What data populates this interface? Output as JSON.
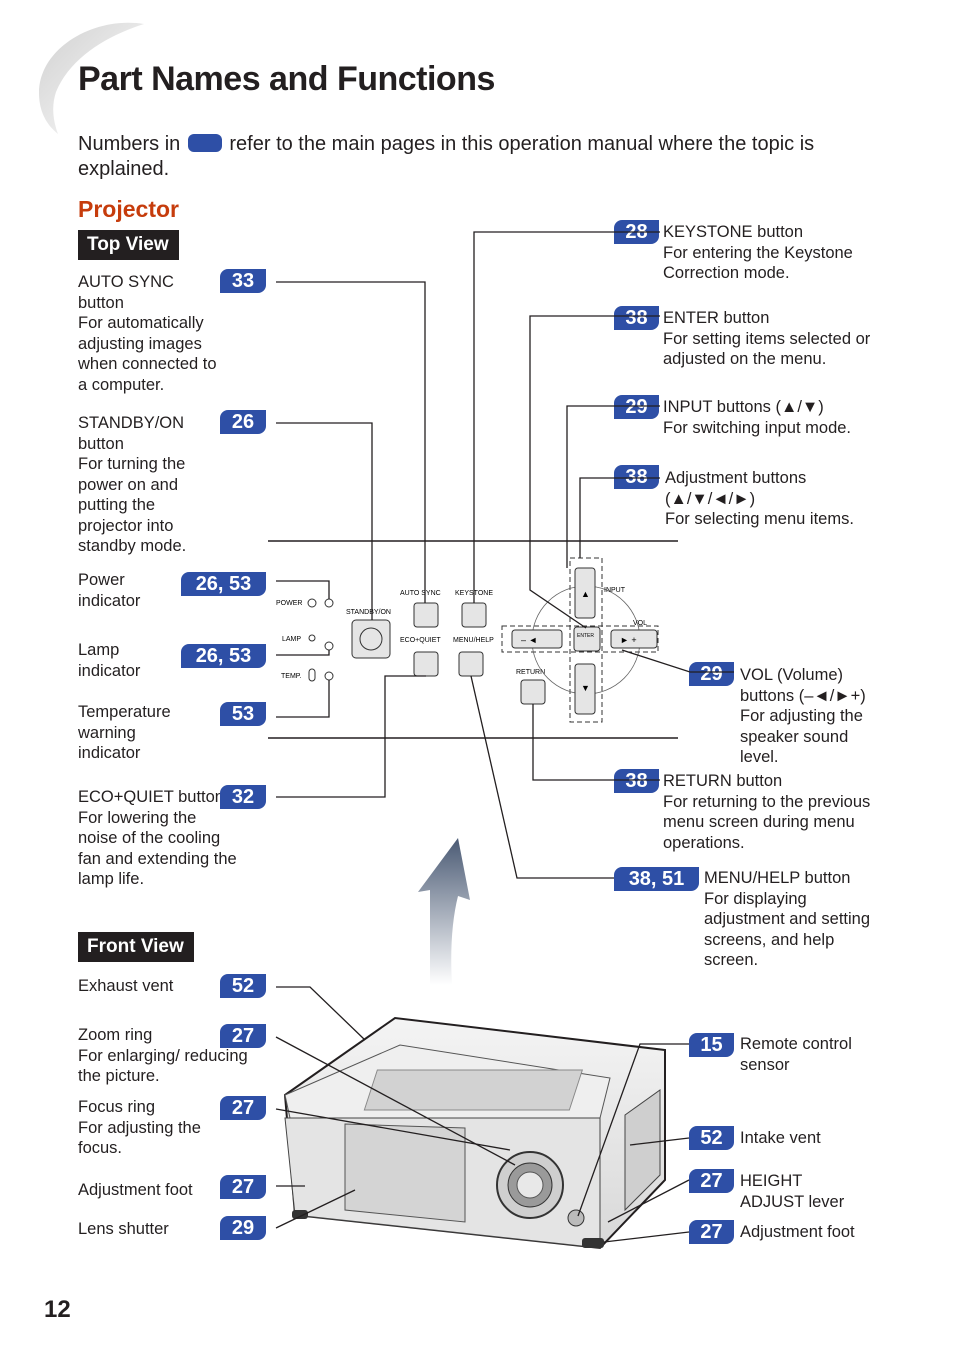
{
  "title": "Part Names and Functions",
  "intro": {
    "before": "Numbers in",
    "after": "refer to the main pages in this operation manual where the topic is explained."
  },
  "section": "Projector",
  "top_view_label": "Top View",
  "front_view_label": "Front View",
  "left_items": [
    {
      "id": "auto-sync",
      "page": "33",
      "name": "AUTO SYNC button",
      "desc": "For automatically adjusting images when connected to a computer."
    },
    {
      "id": "standby-on",
      "page": "26",
      "name": "STANDBY/ON button",
      "desc": "For turning the power on and putting the projector into standby mode."
    },
    {
      "id": "power-indicator",
      "page": "26, 53",
      "name": "Power indicator",
      "desc": ""
    },
    {
      "id": "lamp-indicator",
      "page": "26, 53",
      "name": "Lamp indicator",
      "desc": ""
    },
    {
      "id": "temp-indicator",
      "page": "53",
      "name": "Temperature warning indicator",
      "desc": ""
    },
    {
      "id": "eco-quiet",
      "page": "32",
      "name": "ECO+QUIET button",
      "desc": "For lowering the noise of the cooling fan and extending the lamp life."
    }
  ],
  "right_items": [
    {
      "id": "keystone",
      "page": "28",
      "name": "KEYSTONE button",
      "desc": "For entering the Keystone Correction mode."
    },
    {
      "id": "enter",
      "page": "38",
      "name": "ENTER button",
      "desc": "For setting items selected or adjusted on the menu."
    },
    {
      "id": "input",
      "page": "29",
      "name": "INPUT buttons (▲/▼)",
      "desc": "For switching input mode."
    },
    {
      "id": "adjustment",
      "page": "38",
      "name": "Adjustment buttons (▲/▼/◄/►)",
      "desc": "For selecting menu items."
    },
    {
      "id": "vol",
      "page": "29",
      "name": "VOL (Volume) buttons (–◄/►+)",
      "desc": "For adjusting the speaker sound level."
    },
    {
      "id": "return",
      "page": "38",
      "name": "RETURN button",
      "desc": "For returning to the previous menu screen during menu operations."
    },
    {
      "id": "menu-help",
      "page": "38, 51",
      "name": "MENU/HELP button",
      "desc": "For displaying adjustment and setting screens, and help screen."
    }
  ],
  "front_left_items": [
    {
      "id": "exhaust",
      "page": "52",
      "name": "Exhaust vent",
      "desc": ""
    },
    {
      "id": "zoom",
      "page": "27",
      "name": "Zoom ring",
      "desc": "For enlarging/ reducing the picture."
    },
    {
      "id": "focus",
      "page": "27",
      "name": "Focus ring",
      "desc": "For adjusting the focus."
    },
    {
      "id": "adj-foot-l",
      "page": "27",
      "name": "Adjustment foot",
      "desc": ""
    },
    {
      "id": "shutter",
      "page": "29",
      "name": "Lens shutter",
      "desc": ""
    }
  ],
  "front_right_items": [
    {
      "id": "remote",
      "page": "15",
      "name": "Remote control sensor",
      "desc": ""
    },
    {
      "id": "intake",
      "page": "52",
      "name": "Intake vent",
      "desc": ""
    },
    {
      "id": "height",
      "page": "27",
      "name": "HEIGHT ADJUST lever",
      "desc": ""
    },
    {
      "id": "adj-foot-r",
      "page": "27",
      "name": "Adjustment foot",
      "desc": ""
    }
  ],
  "panel_labels": {
    "power": "POWER",
    "lamp": "LAMP",
    "temp": "TEMP.",
    "standby": "STANDBY/ON",
    "auto_sync": "AUTO SYNC",
    "keystone": "KEYSTONE",
    "eco_quiet": "ECO+QUIET",
    "menu_help": "MENU/HELP",
    "return": "RETURN",
    "enter": "ENTER",
    "input": "INPUT",
    "vol": "VOL",
    "minus": "–  ◄",
    "plus": "►  +"
  },
  "page_number": "12",
  "colors": {
    "accent_blue": "#2e4fa6",
    "heading_orange": "#c63c0c",
    "label_dark": "#231f20"
  }
}
